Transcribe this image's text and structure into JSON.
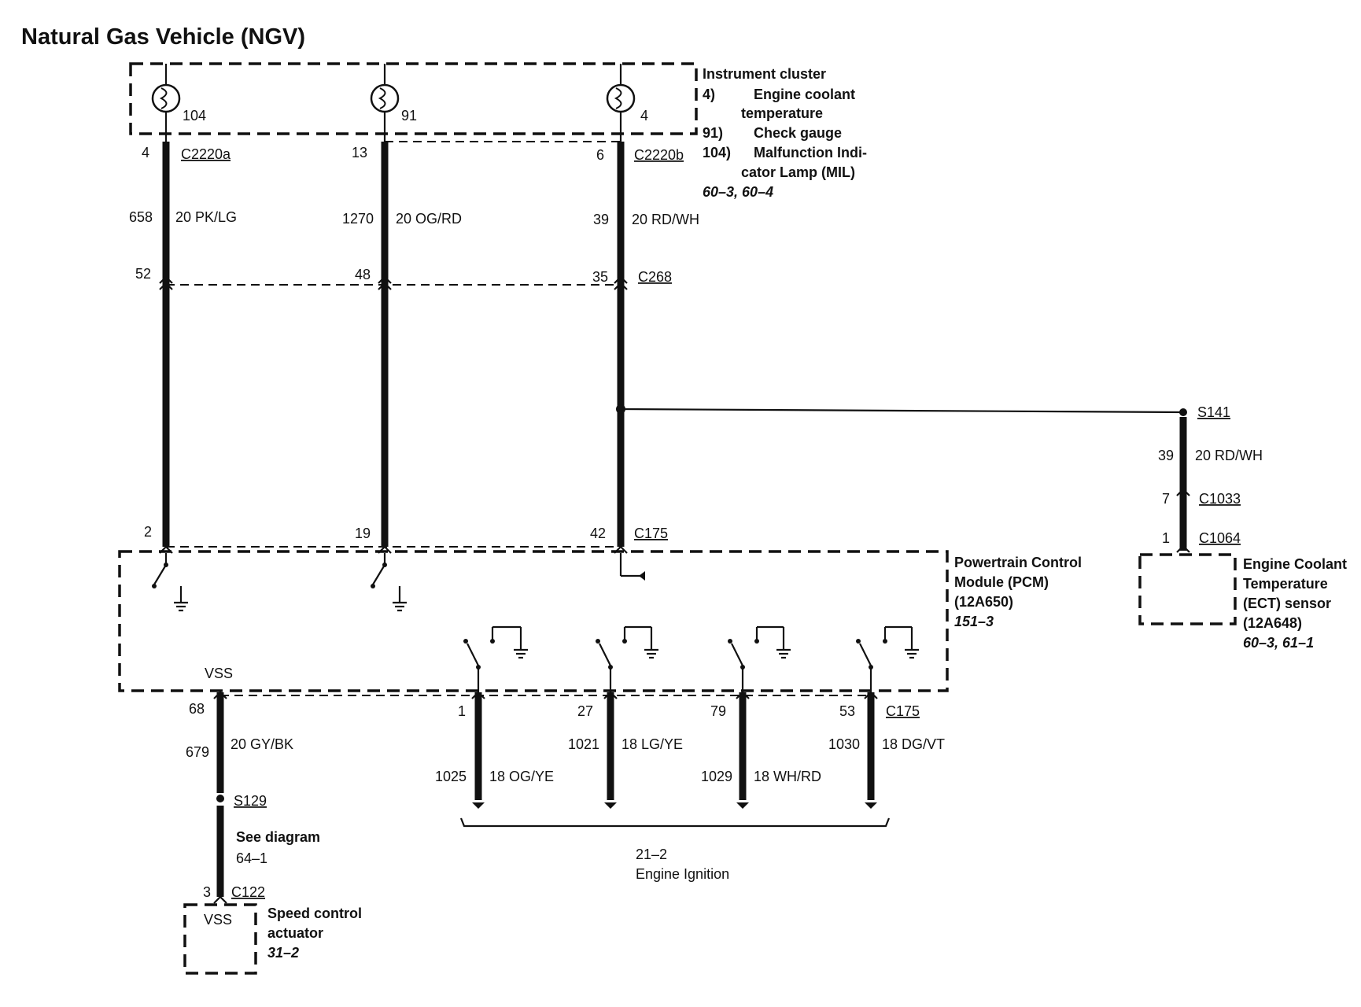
{
  "title": "Natural Gas Vehicle (NGV)",
  "instrument_cluster": {
    "name": "Instrument cluster",
    "items": [
      {
        "num": "4)",
        "text": "Engine coolant"
      },
      {
        "num": "",
        "text": "temperature"
      },
      {
        "num": "91)",
        "text": "Check gauge"
      },
      {
        "num": "104)",
        "text": "Malfunction Indi-"
      },
      {
        "num": "",
        "text": "cator Lamp (MIL)"
      }
    ],
    "refs": "60–3, 60–4",
    "lamp_labels": [
      "104",
      "91",
      "4"
    ]
  },
  "connectors": {
    "c2220a": "C2220a",
    "c2220b": "C2220b",
    "c268": "C268",
    "c175_top": "C175",
    "c175_bottom": "C175",
    "s141": "S141",
    "c1033": "C1033",
    "c1064": "C1064",
    "s129": "S129",
    "c122": "C122"
  },
  "circuits": [
    {
      "pin_top": "4",
      "circuit": "658",
      "wire": "20 PK/LG",
      "pin_mid": "52",
      "pin_bottom": "2"
    },
    {
      "pin_top": "13",
      "circuit": "1270",
      "wire": "20 OG/RD",
      "pin_mid": "48",
      "pin_bottom": "19"
    },
    {
      "pin_top": "6",
      "circuit": "39",
      "wire": "20 RD/WH",
      "pin_mid": "35",
      "pin_bottom": "42"
    }
  ],
  "ect_branch": {
    "circuit": "39",
    "wire": "20 RD/WH",
    "pin_c1033": "7",
    "pin_c1064": "1"
  },
  "pcm": {
    "lines": [
      "Powertrain Control",
      "Module (PCM)",
      "(12A650)"
    ],
    "ref": "151–3",
    "vss_label": "VSS"
  },
  "ect_sensor": {
    "lines": [
      "Engine Coolant",
      "Temperature",
      "(ECT) sensor",
      "(12A648)"
    ],
    "ref": "60–3, 61–1"
  },
  "vss_circuit": {
    "pin": "68",
    "circuit": "679",
    "wire": "20 GY/BK",
    "see_diagram": "See diagram",
    "see_ref": "64–1",
    "pin_c122": "3"
  },
  "speed_control": {
    "box_label": "VSS",
    "lines": [
      "Speed control",
      "actuator"
    ],
    "ref": "31–2"
  },
  "ignition_circuits": [
    {
      "pin": "1",
      "circuit": "1025",
      "wire": "18 OG/YE"
    },
    {
      "pin": "27",
      "circuit": "1021",
      "wire": "18 LG/YE"
    },
    {
      "pin": "79",
      "circuit": "1029",
      "wire": "18 WH/RD"
    },
    {
      "pin": "53",
      "circuit": "1030",
      "wire": "18 DG/VT"
    }
  ],
  "engine_ignition": {
    "ref": "21–2",
    "label": "Engine Ignition"
  }
}
